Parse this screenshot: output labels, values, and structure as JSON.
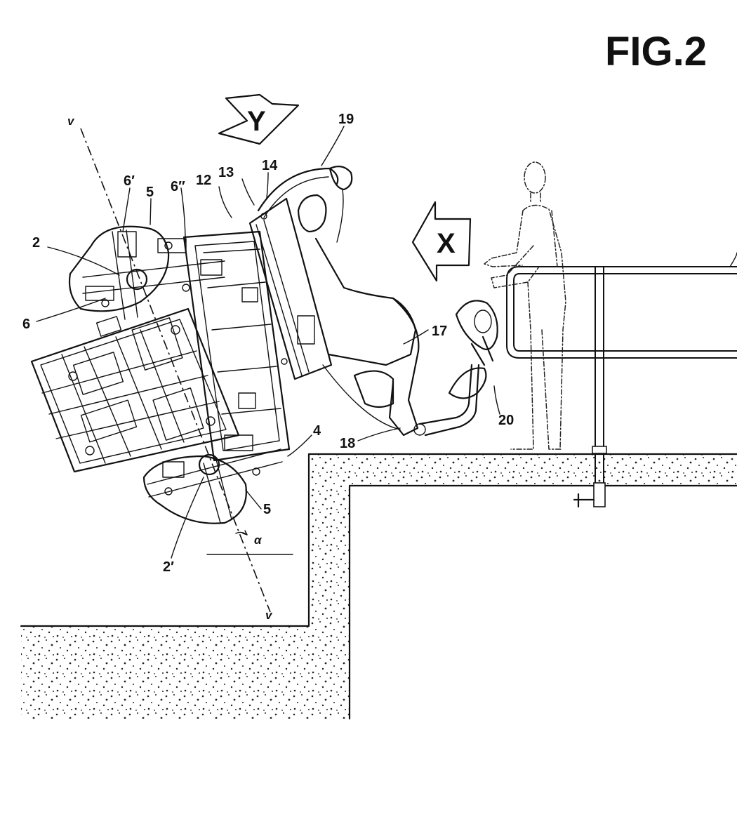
{
  "figure": {
    "title": "FIG.2",
    "axis_top": "v",
    "axis_bottom": "v",
    "angle": "α",
    "arrow_y": "Y",
    "arrow_x": "X",
    "labels": {
      "l2": "2",
      "l2p": "2′",
      "l4": "4",
      "l5a": "5",
      "l5b": "5",
      "l6": "6",
      "l6p": "6′",
      "l6pp": "6″",
      "l12": "12",
      "l13": "13",
      "l14": "14",
      "l17": "17",
      "l18": "18",
      "l19": "19",
      "l20": "20"
    }
  }
}
